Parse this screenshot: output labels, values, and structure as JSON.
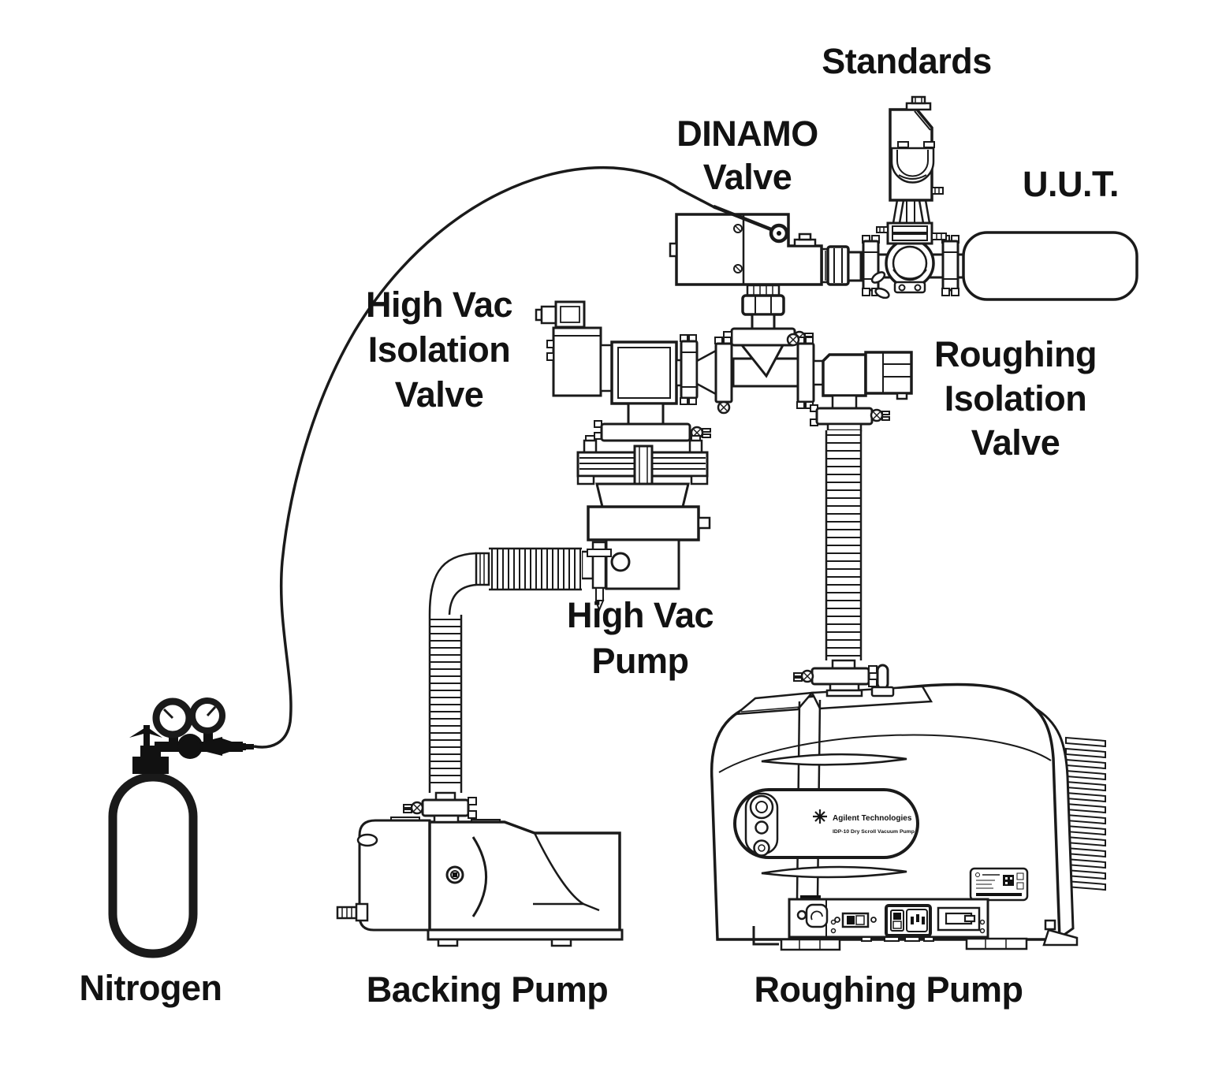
{
  "labels": {
    "standards": "Standards",
    "dinamo_valve": [
      "DINAMO",
      "Valve"
    ],
    "uut": "U.U.T.",
    "high_vac_isolation_valve": [
      "High Vac",
      "Isolation",
      "Valve"
    ],
    "roughing_isolation_valve": [
      "Roughing",
      "Isolation",
      "Valve"
    ],
    "high_vac_pump": [
      "High Vac",
      "Pump"
    ],
    "nitrogen": "Nitrogen",
    "backing_pump": "Backing Pump",
    "roughing_pump": "Roughing Pump"
  },
  "roughing_pump_markings": {
    "brand": "Agilent Technologies",
    "model_line": "IDP-10  Dry Scroll Vacuum Pump"
  },
  "colors": {
    "line": "#1a1a1a",
    "background": "#ffffff",
    "solid_black": "#111111"
  }
}
